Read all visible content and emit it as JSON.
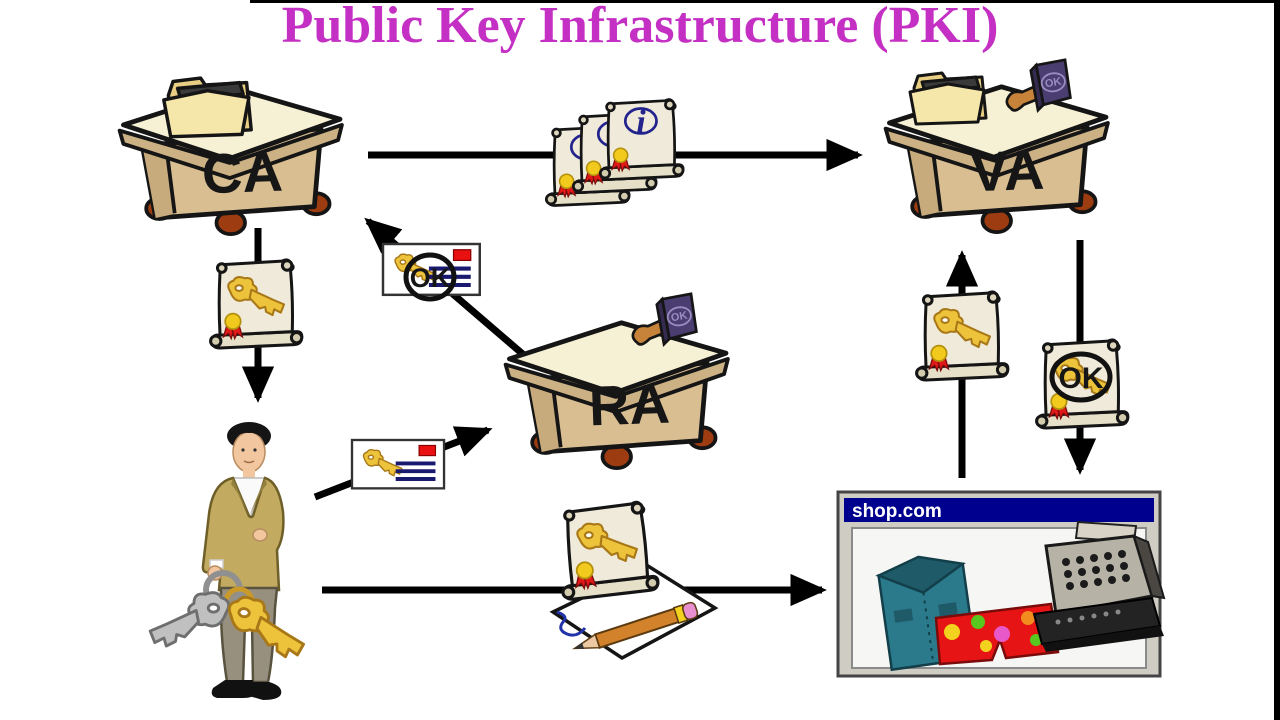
{
  "title": {
    "text": "Public Key Infrastructure (PKI)"
  },
  "entities": {
    "ca": {
      "label": "CA"
    },
    "va": {
      "label": "VA"
    },
    "ra": {
      "label": "RA"
    },
    "shop": {
      "title": "shop.com"
    }
  },
  "marks": {
    "ok": "OK",
    "info": "i"
  },
  "connections": [
    {
      "from": "CA",
      "to": "VA",
      "carries": "certificate-bundle-with-info-seal"
    },
    {
      "from": "RA",
      "to": "CA",
      "carries": "approved-key-envelope-ok"
    },
    {
      "from": "CA",
      "to": "user",
      "carries": "key-certificate"
    },
    {
      "from": "user",
      "to": "RA",
      "carries": "key-request-envelope"
    },
    {
      "from": "user",
      "to": "shop.com",
      "carries": "signed-key-certificate"
    },
    {
      "from": "shop.com",
      "to": "VA",
      "carries": "key-certificate"
    },
    {
      "from": "VA",
      "to": "shop.com",
      "carries": "ok-certificate"
    }
  ],
  "icons": {
    "ca": "desk-with-folder-icon",
    "va": "desk-with-folder-and-stamp-icon",
    "ra": "desk-with-stamp-icon",
    "user": "person-with-keys-icon",
    "shop": "browser-window-with-shirt-shorts-cash-register-icon",
    "certificate": "parchment-scroll-with-gold-key-and-red-seal-icon",
    "envelope": "envelope-with-key-stamp-icon",
    "signature": "paper-with-pencil-icon"
  },
  "colors": {
    "title_text": "#c42fc4",
    "desk_front": "#d9be92",
    "desk_top": "#f6f1d4",
    "desk_foot": "#9c3c10",
    "parchment": "#efead9",
    "key_gold": "#edc33c",
    "seal_yellow": "#f2ca1d",
    "seal_red": "#e11818",
    "stamp_red": "#e81010",
    "address_navy": "#191970",
    "info_navy": "#23238e",
    "shop_titlebar": "#00008f",
    "arrow": "#000000"
  }
}
